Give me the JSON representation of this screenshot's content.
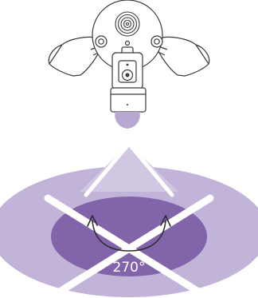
{
  "coverage": {
    "angle_label": "270°",
    "angle_degrees": 270
  },
  "colors": {
    "outline": "#3a3a3a",
    "fill_device": "#ffffff",
    "motion_sensor": "#b7a7d1",
    "cone_light": "#c2b3d8",
    "cone_mid": "#a18cc2",
    "cone_dark": "#8264ab",
    "arrow": "#2e2e2e",
    "label": "#ffffff"
  },
  "icons": {
    "floodlight_device": "floodlight-camera",
    "motion_sensor": "motion-sensor-dome",
    "speaker": "speaker-grille",
    "camera_lens": "camera-lens"
  }
}
